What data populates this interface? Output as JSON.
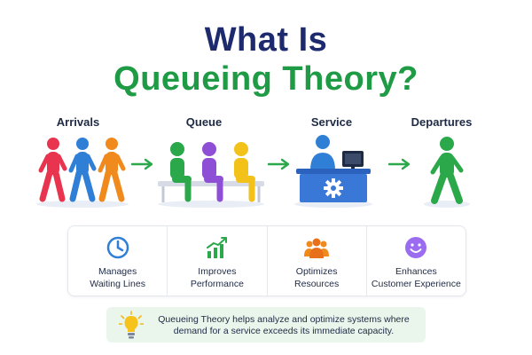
{
  "title": {
    "line1": "What Is",
    "line2": "Queueing Theory?"
  },
  "stages": [
    {
      "label": "Arrivals"
    },
    {
      "label": "Queue"
    },
    {
      "label": "Service"
    },
    {
      "label": "Departures"
    }
  ],
  "benefits": [
    {
      "icon": "clock-icon",
      "line1": "Manages",
      "line2": "Waiting Lines"
    },
    {
      "icon": "growth-chart-icon",
      "line1": "Improves",
      "line2": "Performance"
    },
    {
      "icon": "team-icon",
      "line1": "Optimizes",
      "line2": "Resources"
    },
    {
      "icon": "smiley-icon",
      "line1": "Enhances",
      "line2": "Customer Experience"
    }
  ],
  "note": {
    "icon": "lightbulb-icon",
    "line1": "Queueing Theory helps analyze and optimize systems where",
    "line2": "demand for a service exceeds its immediate capacity."
  },
  "colors": {
    "title_dark": "#1e2a6e",
    "title_green": "#1f9a45",
    "person_red": "#e8344e",
    "person_blue": "#2f7fd6",
    "person_orange": "#f08a1c",
    "person_green": "#2aa84a",
    "person_purple": "#8e4fd6",
    "person_yellow": "#f2c21a",
    "desk_blue": "#3a78d8"
  }
}
